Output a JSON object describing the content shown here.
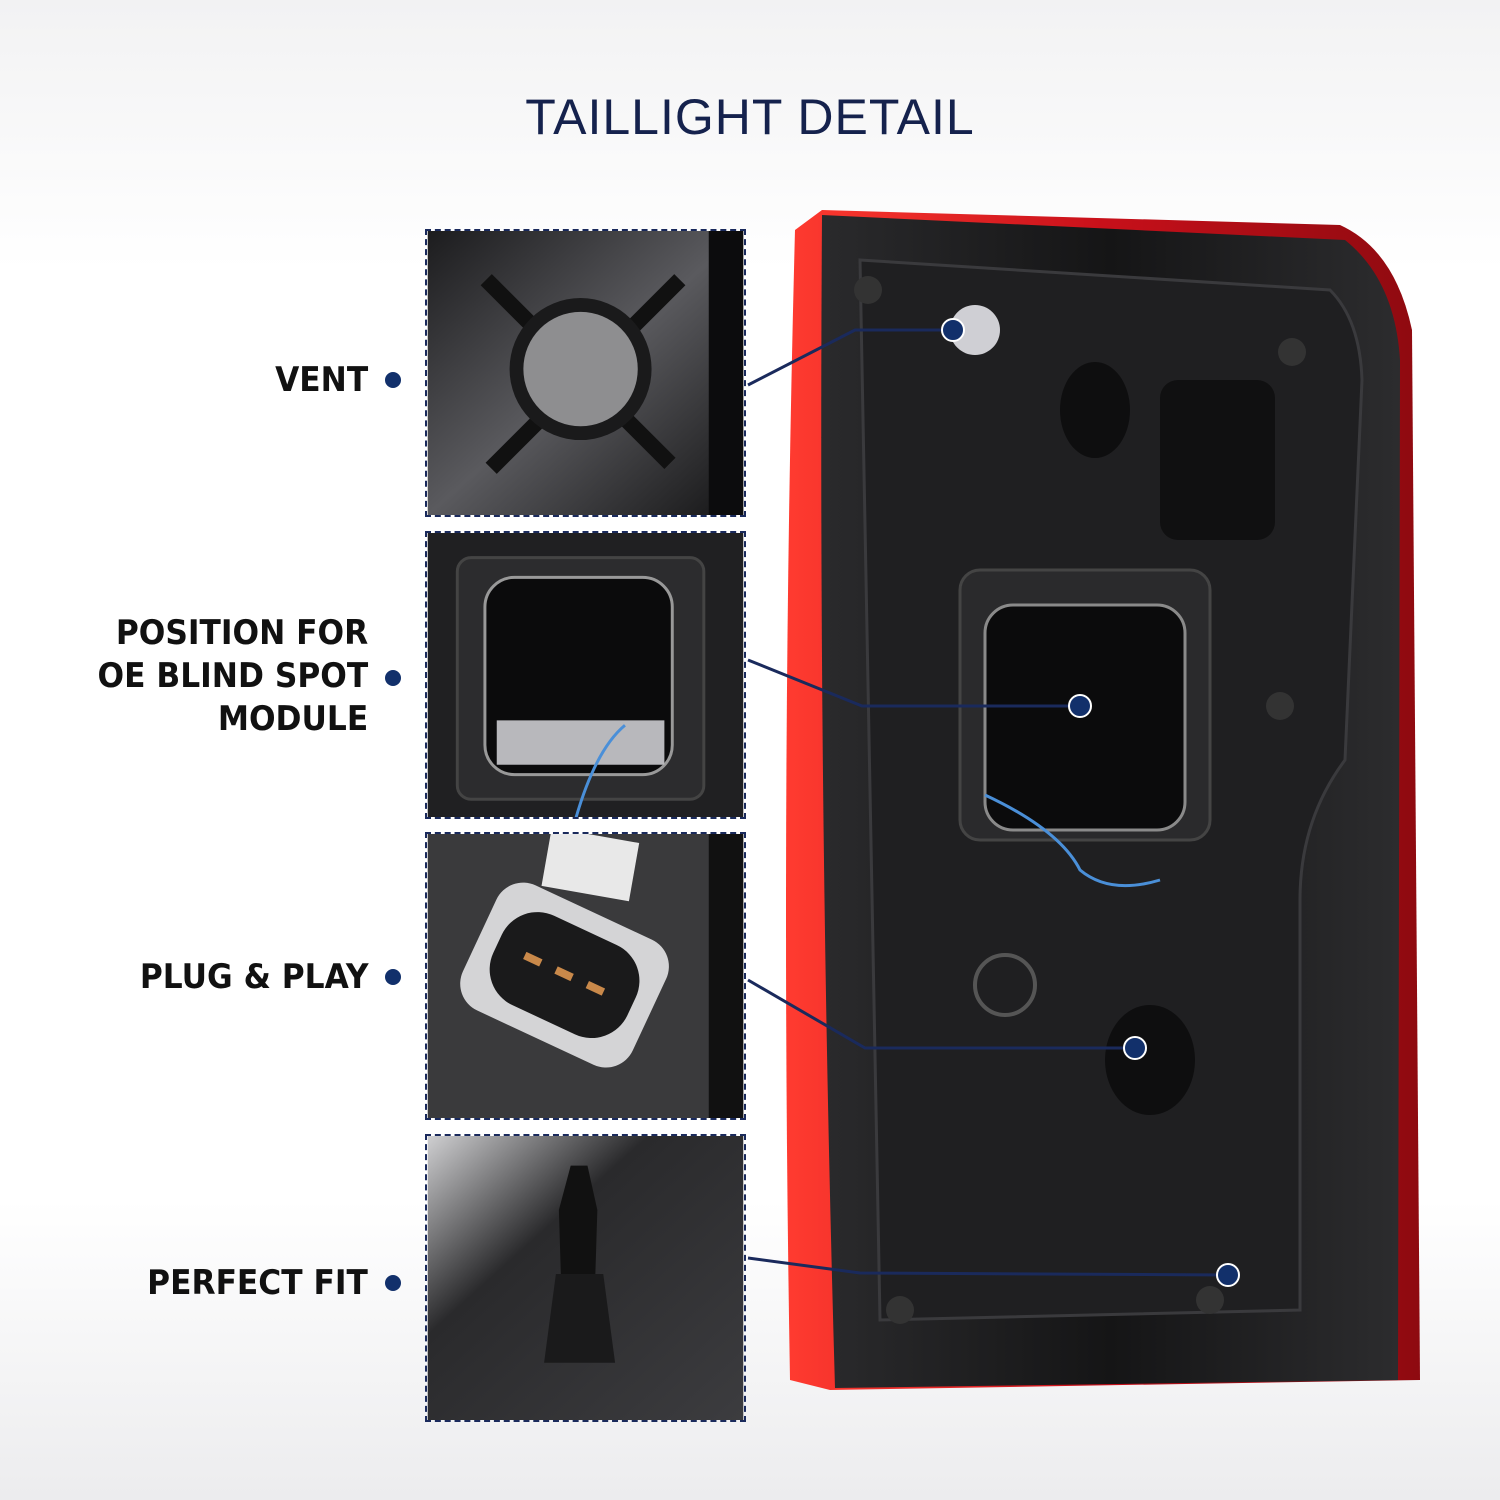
{
  "title": "TAILLIGHT DETAIL",
  "features": [
    {
      "label_lines": [
        "VENT"
      ],
      "icon": "vent-icon"
    },
    {
      "label_lines": [
        "POSITION FOR",
        "OE BLIND SPOT",
        "MODULE"
      ],
      "icon": "blind-spot-module-icon"
    },
    {
      "label_lines": [
        "PLUG & PLAY"
      ],
      "icon": "plug-connector-icon"
    },
    {
      "label_lines": [
        "PERFECT FIT"
      ],
      "icon": "mounting-stud-icon"
    }
  ],
  "colors": {
    "title": "#15224d",
    "accent_dot": "#12306b",
    "lens_red": "#d8161c",
    "housing": "#1b1b1d"
  }
}
